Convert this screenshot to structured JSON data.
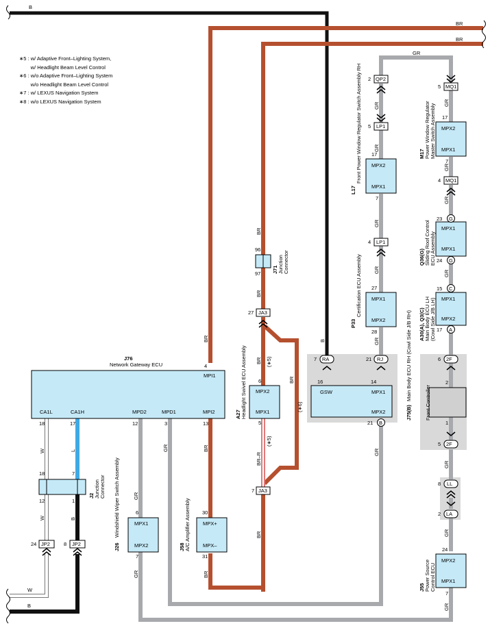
{
  "legend": [
    "∗5 : w/ Adaptive Front–Lighting System,",
    "        w/ Headlight Beam Level Control",
    "∗6 : w/o Adaptive Front–Lighting System",
    "        w/o Headlight Beam Level Control",
    "∗7 : w/ LEXUS Navigation System",
    "∗8 : w/o LEXUS Navigation System"
  ],
  "colors": {
    "BR": "#b5502f",
    "B": "#111111",
    "GR": "#a7a9ac",
    "W": "#ffffff",
    "L": "#3fa9e5",
    "BRR": "#e07a7a",
    "ecu": "#c5e9f7",
    "gray_area": "#d9d9d9"
  },
  "wire": {
    "B": "B",
    "BR": "BR",
    "GR": "GR",
    "W": "W",
    "L": "L",
    "BRR": "BR–R"
  },
  "j76": {
    "code": "J76",
    "name": "Network Gateway ECU",
    "pin_mpi1_num": "4",
    "pin_mpi1": "MPI1",
    "pins": [
      "CA1L",
      "CA1H",
      "MPD2",
      "MPD1",
      "MPI2"
    ],
    "pin_nums": [
      "18",
      "17",
      "12",
      "3",
      "13"
    ]
  },
  "j2": {
    "code": "J2",
    "name_l1": "Junction",
    "name_l2": "Connector",
    "p18": "18",
    "p7": "7",
    "p12": "12",
    "p1": "1"
  },
  "jp2": {
    "label": "JP2",
    "p24": "24",
    "p8": "8"
  },
  "j26": {
    "code": "J26",
    "name": "Windshield Wiper Switch Assembly",
    "pin_top": "6",
    "pin_bot": "7",
    "mpx1": "MPX1",
    "mpx2": "MPX2"
  },
  "j58": {
    "code": "J58",
    "name_l1": "A/C Amplifier Assembly",
    "pin_top": "30",
    "pin_bot": "31",
    "p": "MPX+",
    "m": "MPX–"
  },
  "a27": {
    "code": "A27",
    "name": "Headlight Swivel ECU Assembly",
    "pin_top": "6",
    "pin_bot": "5",
    "mpx2": "MPX2",
    "mpx1": "MPX1",
    "s5a": "(∗5)",
    "s6": "(∗6)",
    "s5b": "(∗5)"
  },
  "ja3": {
    "label": "JA3",
    "p27": "27",
    "p7": "7"
  },
  "j71": {
    "code": "J71",
    "name_l1": "Junction",
    "name_l2": "Connector",
    "p96": "96",
    "p97": "97"
  },
  "j75": {
    "code": "J75(B)",
    "name": "Main Body ECU RH (Cowl Side J/B RH)",
    "gsw": "GSW",
    "mpx1": "MPX1",
    "mpx2": "MPX2",
    "p16": "16",
    "p14": "14",
    "p21": "21",
    "ra": "RA",
    "rj": "RJ",
    "b": "B",
    "p7": "7",
    "p21b": "21"
  },
  "l17": {
    "code": "L17",
    "name": "Front Power Window Regulator Switch Assembly RH",
    "p17": "17",
    "p7": "7",
    "mpx2": "MPX2",
    "mpx1": "MPX1"
  },
  "qp2": {
    "label": "QP2",
    "pin": "2"
  },
  "lp1": {
    "label": "LP1",
    "pin5": "5",
    "pin4": "4"
  },
  "p33": {
    "code": "P33",
    "name": "Certification ECU Assembly",
    "p27": "27",
    "p28": "28",
    "mpx1": "MPX1",
    "mpx2": "MPX2"
  },
  "m17": {
    "code": "M17",
    "name_l1": "Power Window Regulator",
    "name_l2": "Master Switch Assembly",
    "p17": "17",
    "p7": "7",
    "mpx2": "MPX2",
    "mpx1": "MPX1"
  },
  "mq1": {
    "label": "MQ1",
    "pin5": "5",
    "pin4": "4"
  },
  "q36": {
    "code": "Q36(G)",
    "name_l1": "Sliding Roof Control",
    "name_l2": "ECU Assembly",
    "p23": "23",
    "p24": "24",
    "g": "G",
    "mpx1a": "MPX1",
    "mpx1b": "MPX1"
  },
  "a30": {
    "code": "A30(A), Q3(C)",
    "name_l1": "Main Body ECU LH",
    "name_l2": "(Cowl Side J/B LH)",
    "p15": "15",
    "p17": "17",
    "c": "C",
    "a": "A",
    "mpx1": "MPX1",
    "mpx2": "MPX2"
  },
  "fc": {
    "name": "Front Controller",
    "p6": "6",
    "p2": "2",
    "p1": "1",
    "p5": "5",
    "conn": "2F"
  },
  "ll": {
    "label": "LL",
    "pin": "8"
  },
  "la": {
    "label": "LA",
    "pin": "2"
  },
  "j55": {
    "code": "J55",
    "name_l1": "Power Source",
    "name_l2": "Control ECU",
    "p24": "24",
    "p7": "7",
    "mpx2": "MPX2",
    "mpx1": "MPX1"
  }
}
